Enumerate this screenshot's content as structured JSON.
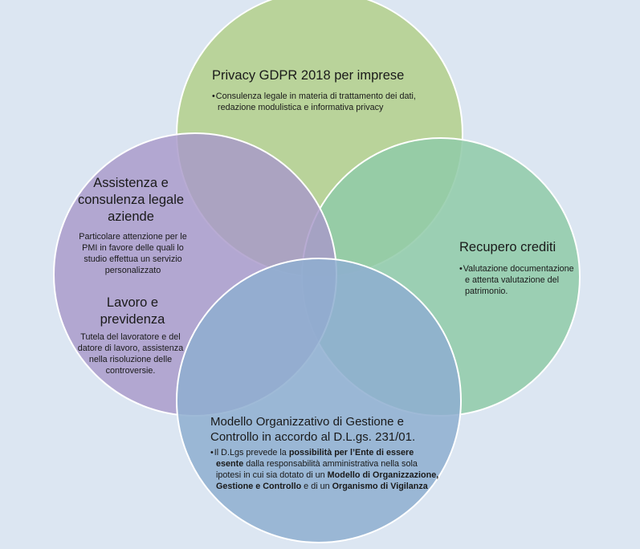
{
  "colors": {
    "background": "#dce6f2",
    "top_circle": "#b9d39a",
    "right_circle": "#8fcaa8",
    "left_circle": "#a899c9",
    "bottom_circle": "#8eaed0",
    "stroke": "#ffffff"
  },
  "top": {
    "title": "Privacy GDPR 2018 per imprese",
    "text": "Consulenza legale in materia di trattamento  dei dati, redazione modulistica  e informativa  privacy"
  },
  "right": {
    "title": "Recupero crediti",
    "text": "Valutazione documentazione e attenta valutazione del patrimonio."
  },
  "left": {
    "title": "Assistenza e consulenza legale aziende",
    "text": "Particolare attenzione per le PMI in favore delle quali lo studio effettua un servizio personalizzato",
    "title2": "Lavoro e previdenza",
    "text2": "Tutela del lavoratore  e del datore di lavoro,  assistenza nella risoluzione delle controversie."
  },
  "bottom": {
    "title": "Modello Organizzativo di Gestione e Controllo in accordo al D.L.gs. 231/01.",
    "t1": "Il D.Lgs  prevede la ",
    "b1": "possibilità  per l’Ente di essere esente",
    "t2": " dalla  responsabilità amministrativa  nella sola ipotesi in cui sia dotato di un ",
    "b2": "Modello  di Organizzazione, Gestione e Controllo",
    "t3": " e di un ",
    "b3": "Organismo  di Vigilanza"
  }
}
